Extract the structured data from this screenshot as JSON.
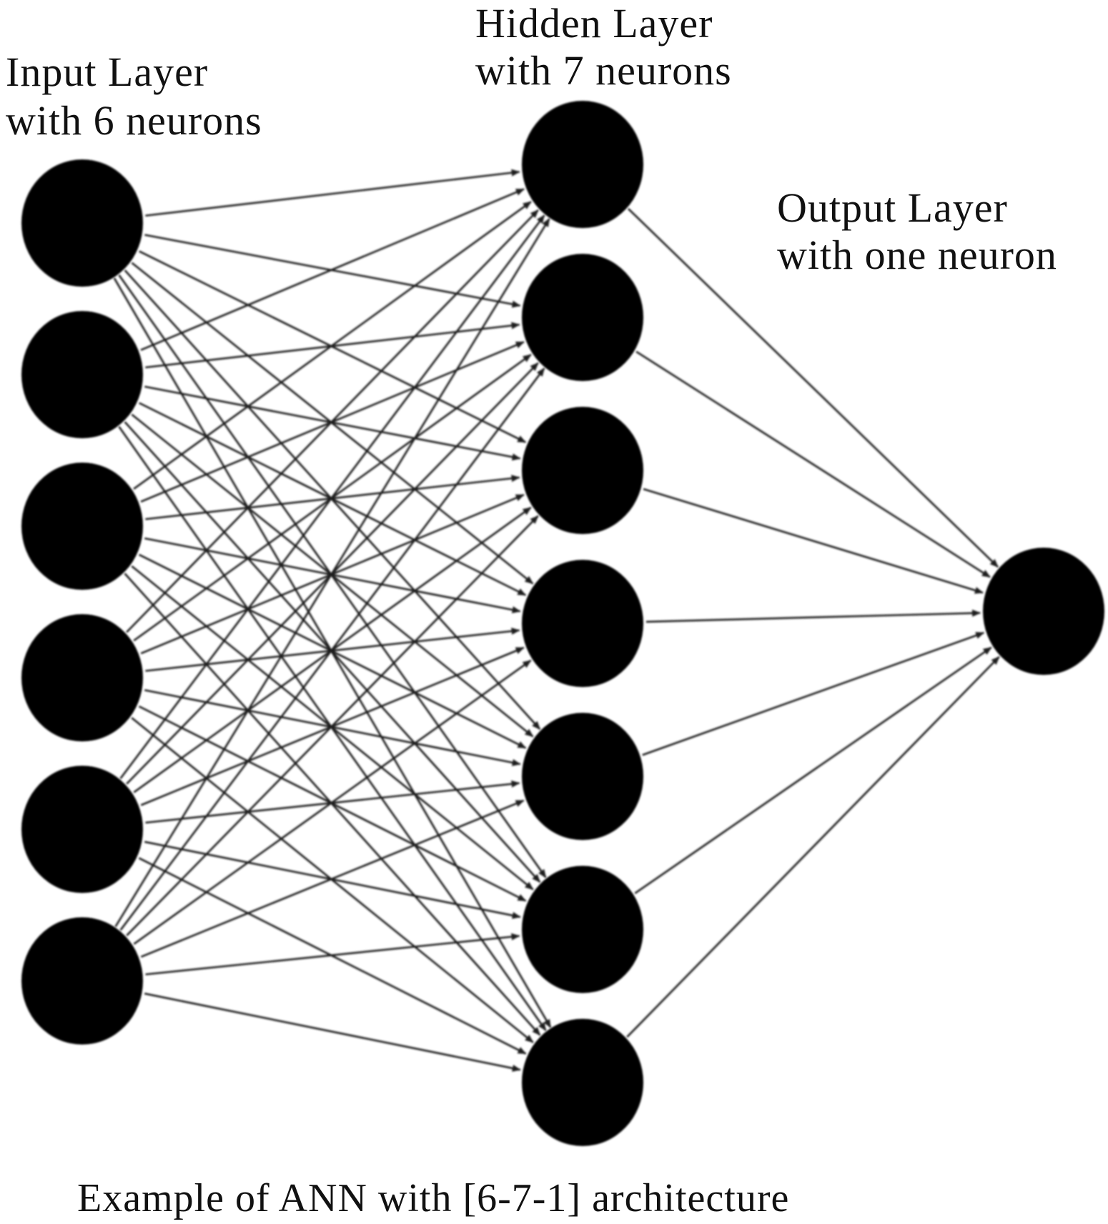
{
  "labels": {
    "input_line1": "Input Layer",
    "input_line2": "with 6 neurons",
    "hidden_line1": "Hidden Layer",
    "hidden_line2": "with 7 neurons",
    "output_line1": "Output Layer",
    "output_line2": "with one neuron"
  },
  "caption": "Example of ANN with [6-7-1] architecture",
  "network": {
    "layers": [
      {
        "name": "input",
        "neurons": 6
      },
      {
        "name": "hidden",
        "neurons": 7
      },
      {
        "name": "output",
        "neurons": 1
      }
    ],
    "connectivity": "fully-connected",
    "directed": true
  },
  "colors": {
    "neuron": "#000000",
    "edge": "#1a1a1a",
    "text": "#111111",
    "background": "#ffffff"
  }
}
